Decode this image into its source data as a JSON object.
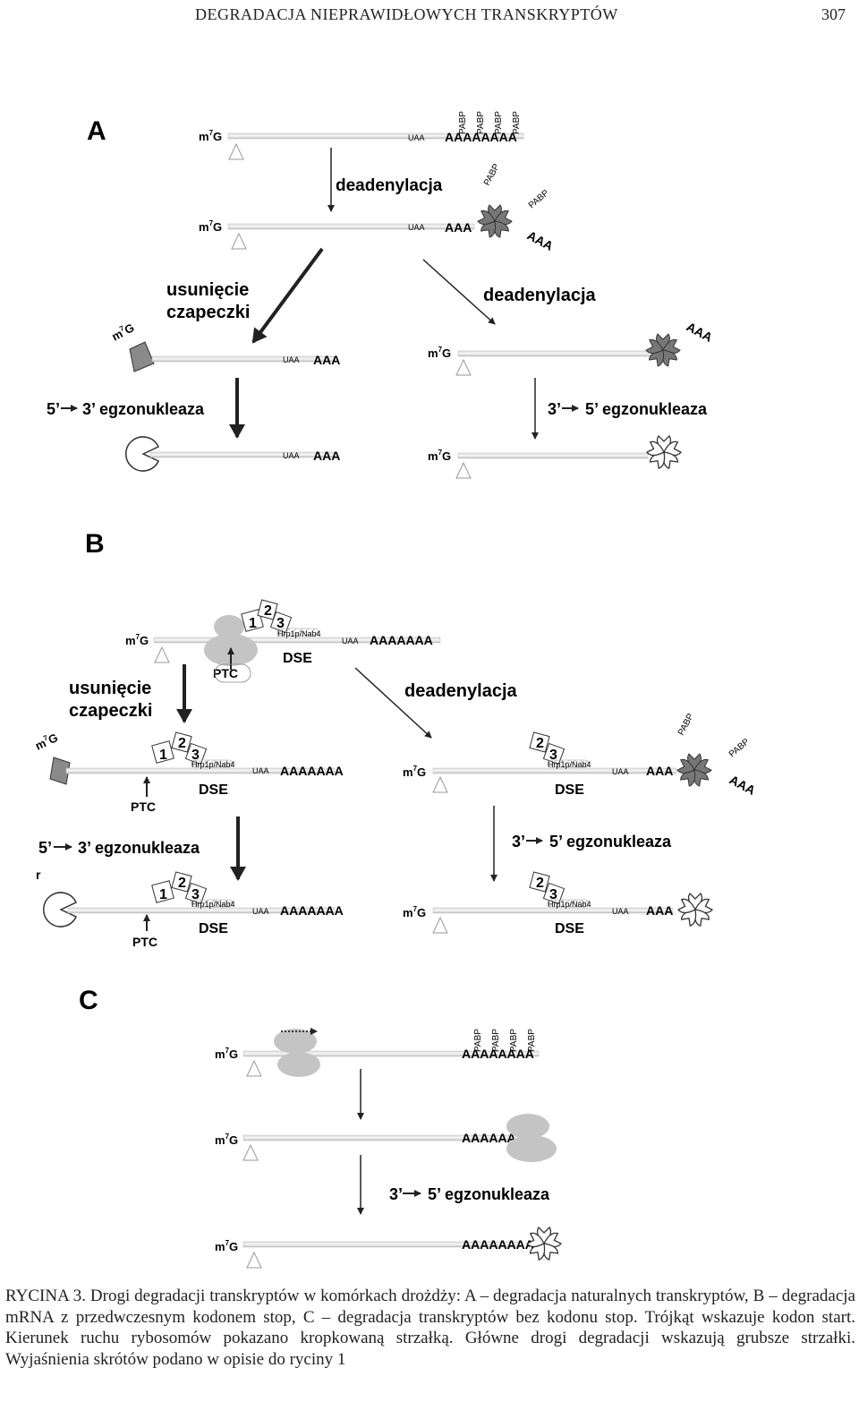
{
  "header": {
    "running_title": "DEGRADACJA NIEPRAWIDŁOWYCH TRANSKRYPTÓW",
    "page_number": "307"
  },
  "figure": {
    "panel_a": "A",
    "panel_b": "B",
    "panel_c": "C",
    "cap": "m",
    "cap_sup": "7",
    "cap_g": "G",
    "stop": "UAA",
    "polya_short": "AAA",
    "polya_long": "AAAAAAA",
    "polya_a_top": "AAAAAAAA",
    "polya_c": "AAAAAAAA",
    "pabp": "PABP",
    "deadenylation": "deadenylacja",
    "decap_line1": "usunięcie",
    "decap_line2": "czapeczki",
    "exo_53": "3’ egzonukleaza",
    "exo_35": "5’ egzonukleaza",
    "num5": "5’",
    "num3": "3’",
    "ptc": "PTC",
    "dse": "DSE",
    "hrp": "Hrp1p/Nab4",
    "upf1": "1",
    "upf2": "2",
    "upf3": "3",
    "stray_r": "r"
  },
  "caption": "RYCINA 3. Drogi degradacji transkryptów w komórkach drożdży: A – degradacja naturalnych transkryptów, B – degradacja mRNA z przedwczesnym kodonem stop, C – degradacja transkryptów bez kodonu stop. Trójkąt wskazuje kodon start. Kierunek ruchu rybosomów pokazano kropkowaną strzałką. Główne drogi degradacji wskazują grubsze strzałki. Wyjaśnienia skrótów podano w opisie do ryciny 1"
}
